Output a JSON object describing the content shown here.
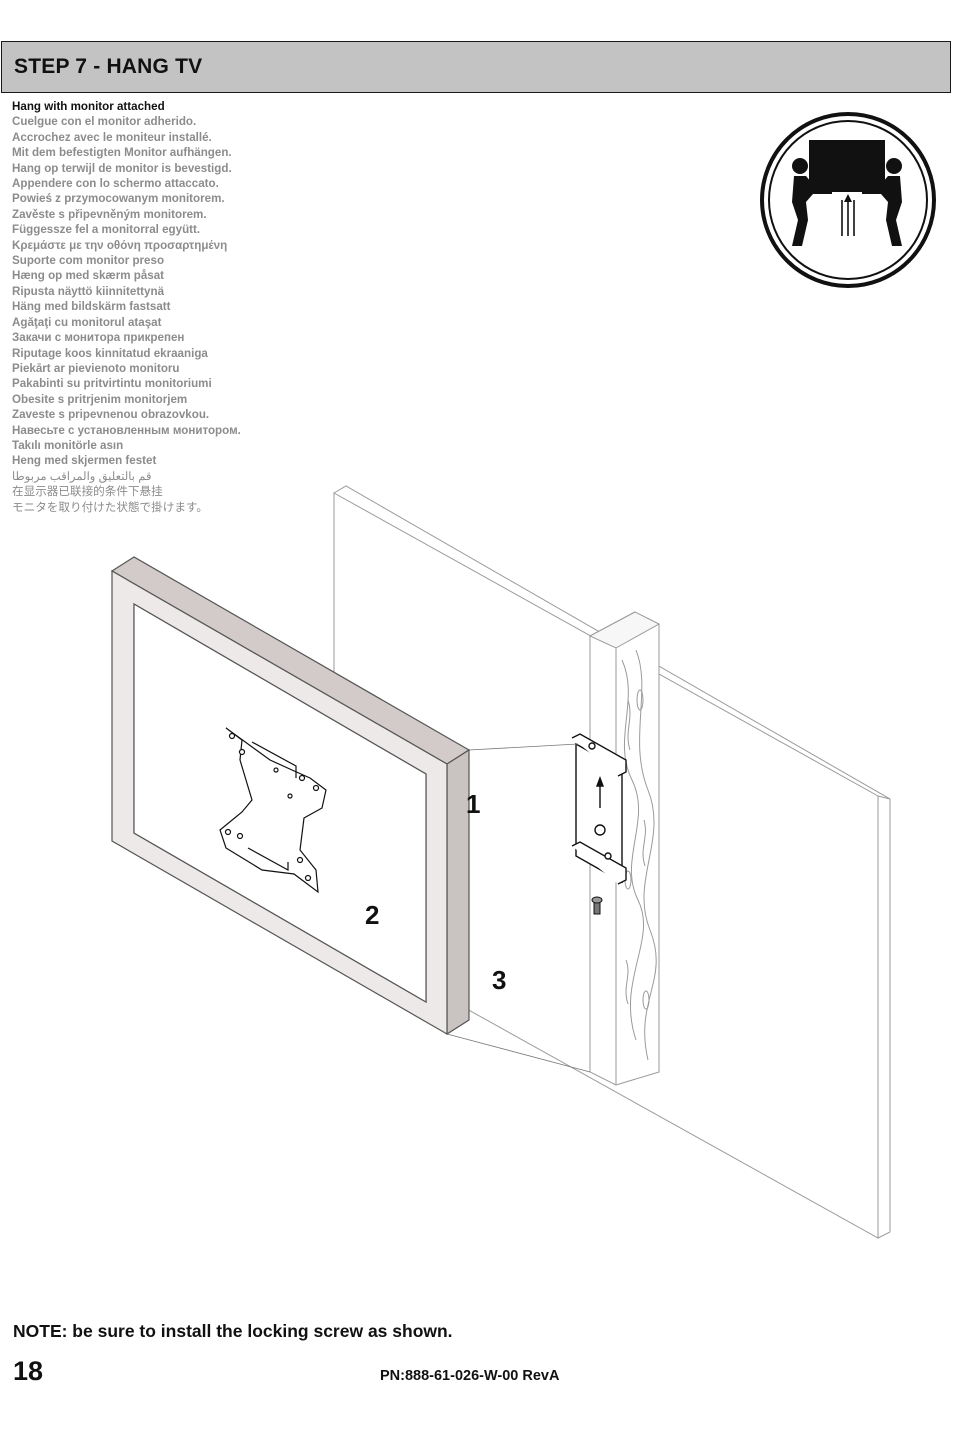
{
  "header": {
    "title": "STEP 7 - HANG TV"
  },
  "instructions": [
    "Hang with monitor attached",
    "Cuelgue con el monitor adherido.",
    "Accrochez avec le moniteur installé.",
    "Mit dem befestigten Monitor aufhängen.",
    "Hang op terwijl de monitor is bevestigd.",
    "Appendere con lo schermo attaccato.",
    "Powieś z przymocowanym monitorem.",
    "Zavěste s připevněným monitorem.",
    "Függessze fel a monitorral együtt.",
    "Κρεμάστε με την οθόνη προσαρτημένη",
    "Suporte com monitor preso",
    "Hæng op med skærm påsat",
    "Ripusta näyttö kiinnitettynä",
    "Häng med bildskärm fastsatt",
    "Agăţaţi cu monitorul ataşat",
    "Закачи с монитора прикрепен",
    "Riputage koos kinnitatud ekraaniga",
    "Piekārt ar pievienoto monitoru",
    "Pakabinti su pritvirtintu monitoriumi",
    "Obesite s pritrjenim monitorjem",
    "Zaveste s pripevnenou obrazovkou.",
    "Навесьте с установленным монитором.",
    "Takılı monitörle asın",
    "Heng med skjermen festet",
    "قم بالتعليق والمراقب مربوطا",
    "在显示器已联接的条件下悬挂",
    "モニタを取り付けた状態で掛けます。"
  ],
  "callouts": {
    "one": "1",
    "two": "2",
    "three": "3"
  },
  "icons": {
    "lift": "two-person-lift-icon",
    "mount": "mounting-plate-icon",
    "bracket": "wall-bracket-icon",
    "screw": "locking-screw-icon"
  },
  "colors": {
    "header_bg": "#c3c3c3",
    "frame_face": "#ece9e8",
    "frame_side": "#c9c3c1",
    "text_secondary": "#8c8c8c"
  },
  "footer": {
    "note": "NOTE: be sure to install the locking screw as shown.",
    "page_number": "18",
    "part_number": "PN:888-61-026-W-00 RevA"
  }
}
